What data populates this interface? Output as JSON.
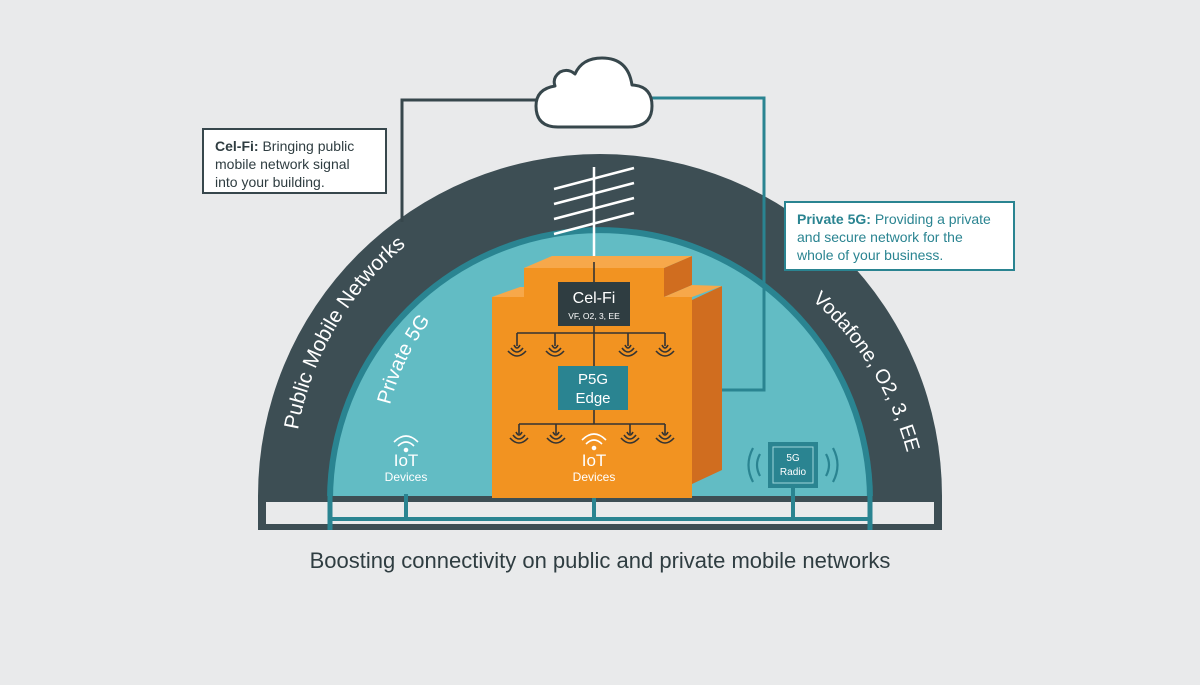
{
  "callouts": {
    "cel_fi": {
      "title": "Cel-Fi:",
      "text": " Bringing public mobile network signal into your building."
    },
    "private_5g": {
      "title": "Private 5G:",
      "text": " Providing a private and secure network for the whole of your business."
    }
  },
  "rings": {
    "outer_label": "Public Mobile Networks",
    "outer_carriers": "Vodafone, O2, 3, EE",
    "inner_label": "Private 5G"
  },
  "building": {
    "celfi_box": {
      "title": "Cel-Fi",
      "sub": "VF, O2, 3, EE"
    },
    "edge_box": {
      "line1": "P5G",
      "line2": "Edge"
    }
  },
  "iot_left": {
    "title": "IoT",
    "sub": "Devices"
  },
  "iot_center": {
    "title": "IoT",
    "sub": "Devices"
  },
  "radio": {
    "line1": "5G",
    "line2": "Radio"
  },
  "caption": "Boosting connectivity on public and private mobile networks",
  "colors": {
    "background": "#e9eaeb",
    "dark_slate": "#3d4e54",
    "teal": "#2a8491",
    "light_teal": "#62bcc4",
    "orange": "#f29321",
    "orange_dark": "#d06d1f"
  }
}
